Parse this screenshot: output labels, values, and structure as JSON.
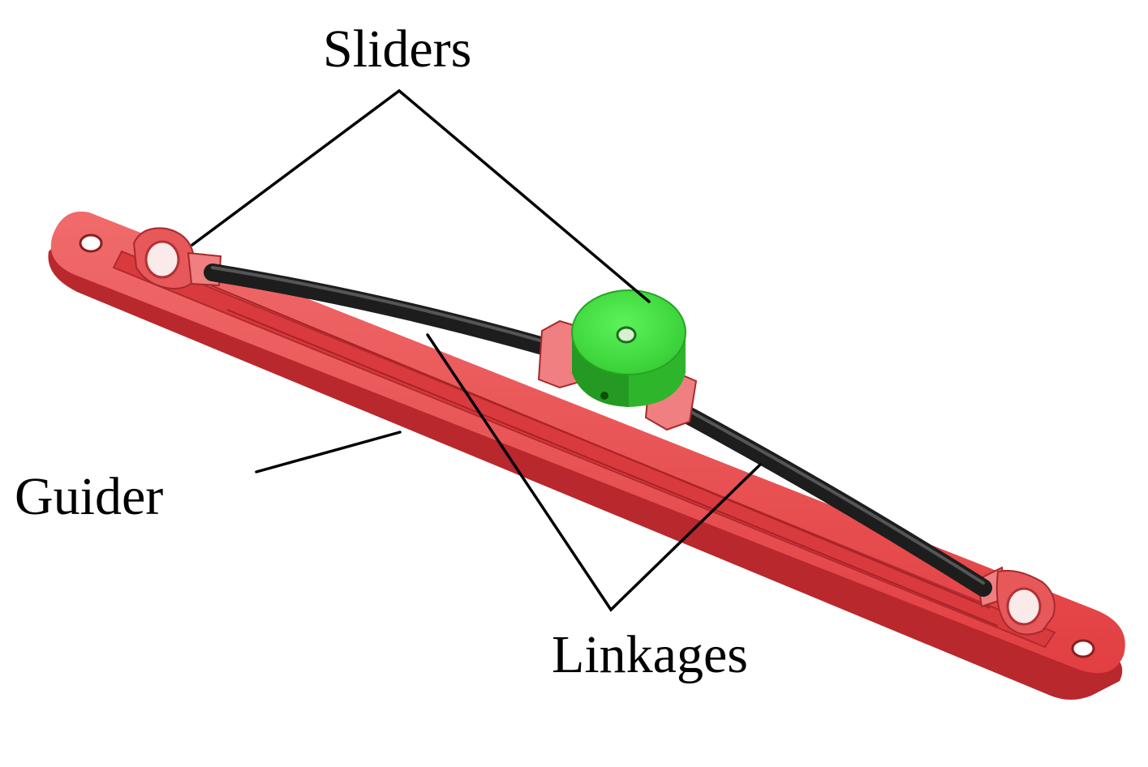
{
  "labels": {
    "sliders": "Sliders",
    "guider": "Guider",
    "linkages": "Linkages"
  },
  "colors": {
    "guider_red": "#e8474a",
    "guider_dark": "#b3292d",
    "slider_green": "#3ed83a",
    "slider_green_dark": "#1f9a1c",
    "linkage_black": "#1d1d1d",
    "leader_line": "#000000"
  }
}
